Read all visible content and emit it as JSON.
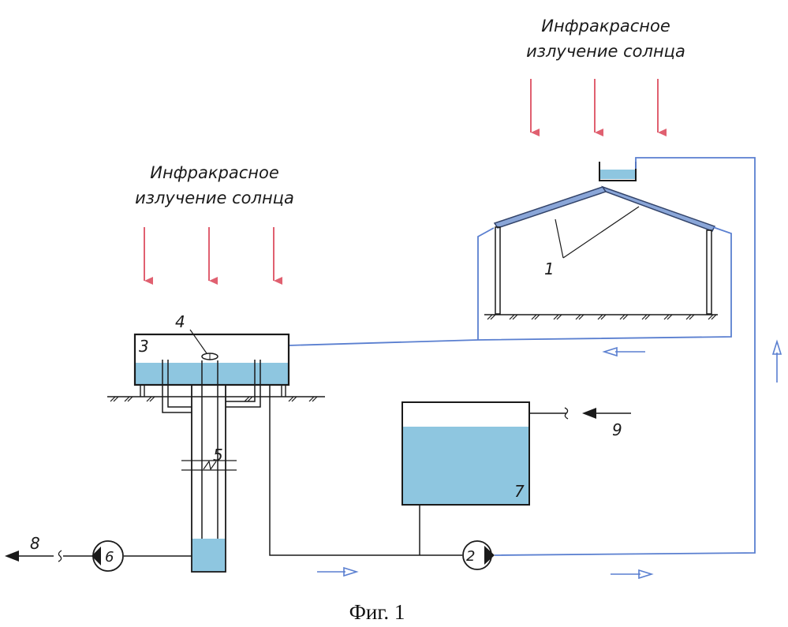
{
  "labels": {
    "ir_right_line1": "Инфракрасное",
    "ir_right_line2": "излучение солнца",
    "ir_left_line1": "Инфракрасное",
    "ir_left_line2": "излучение солнца",
    "num_1": "1",
    "num_2": "2",
    "num_3": "3",
    "num_4": "4",
    "num_5": "5",
    "num_6": "6",
    "num_7": "7",
    "num_8": "8",
    "num_9": "9"
  },
  "caption": "Фиг. 1",
  "colors": {
    "ir_arrow": "#e06070",
    "water_fill": "#8ec6e0",
    "pipe_blue": "#5a7fd0",
    "flow_arrow": "#5a7fd0",
    "line": "#1a1a1a"
  }
}
